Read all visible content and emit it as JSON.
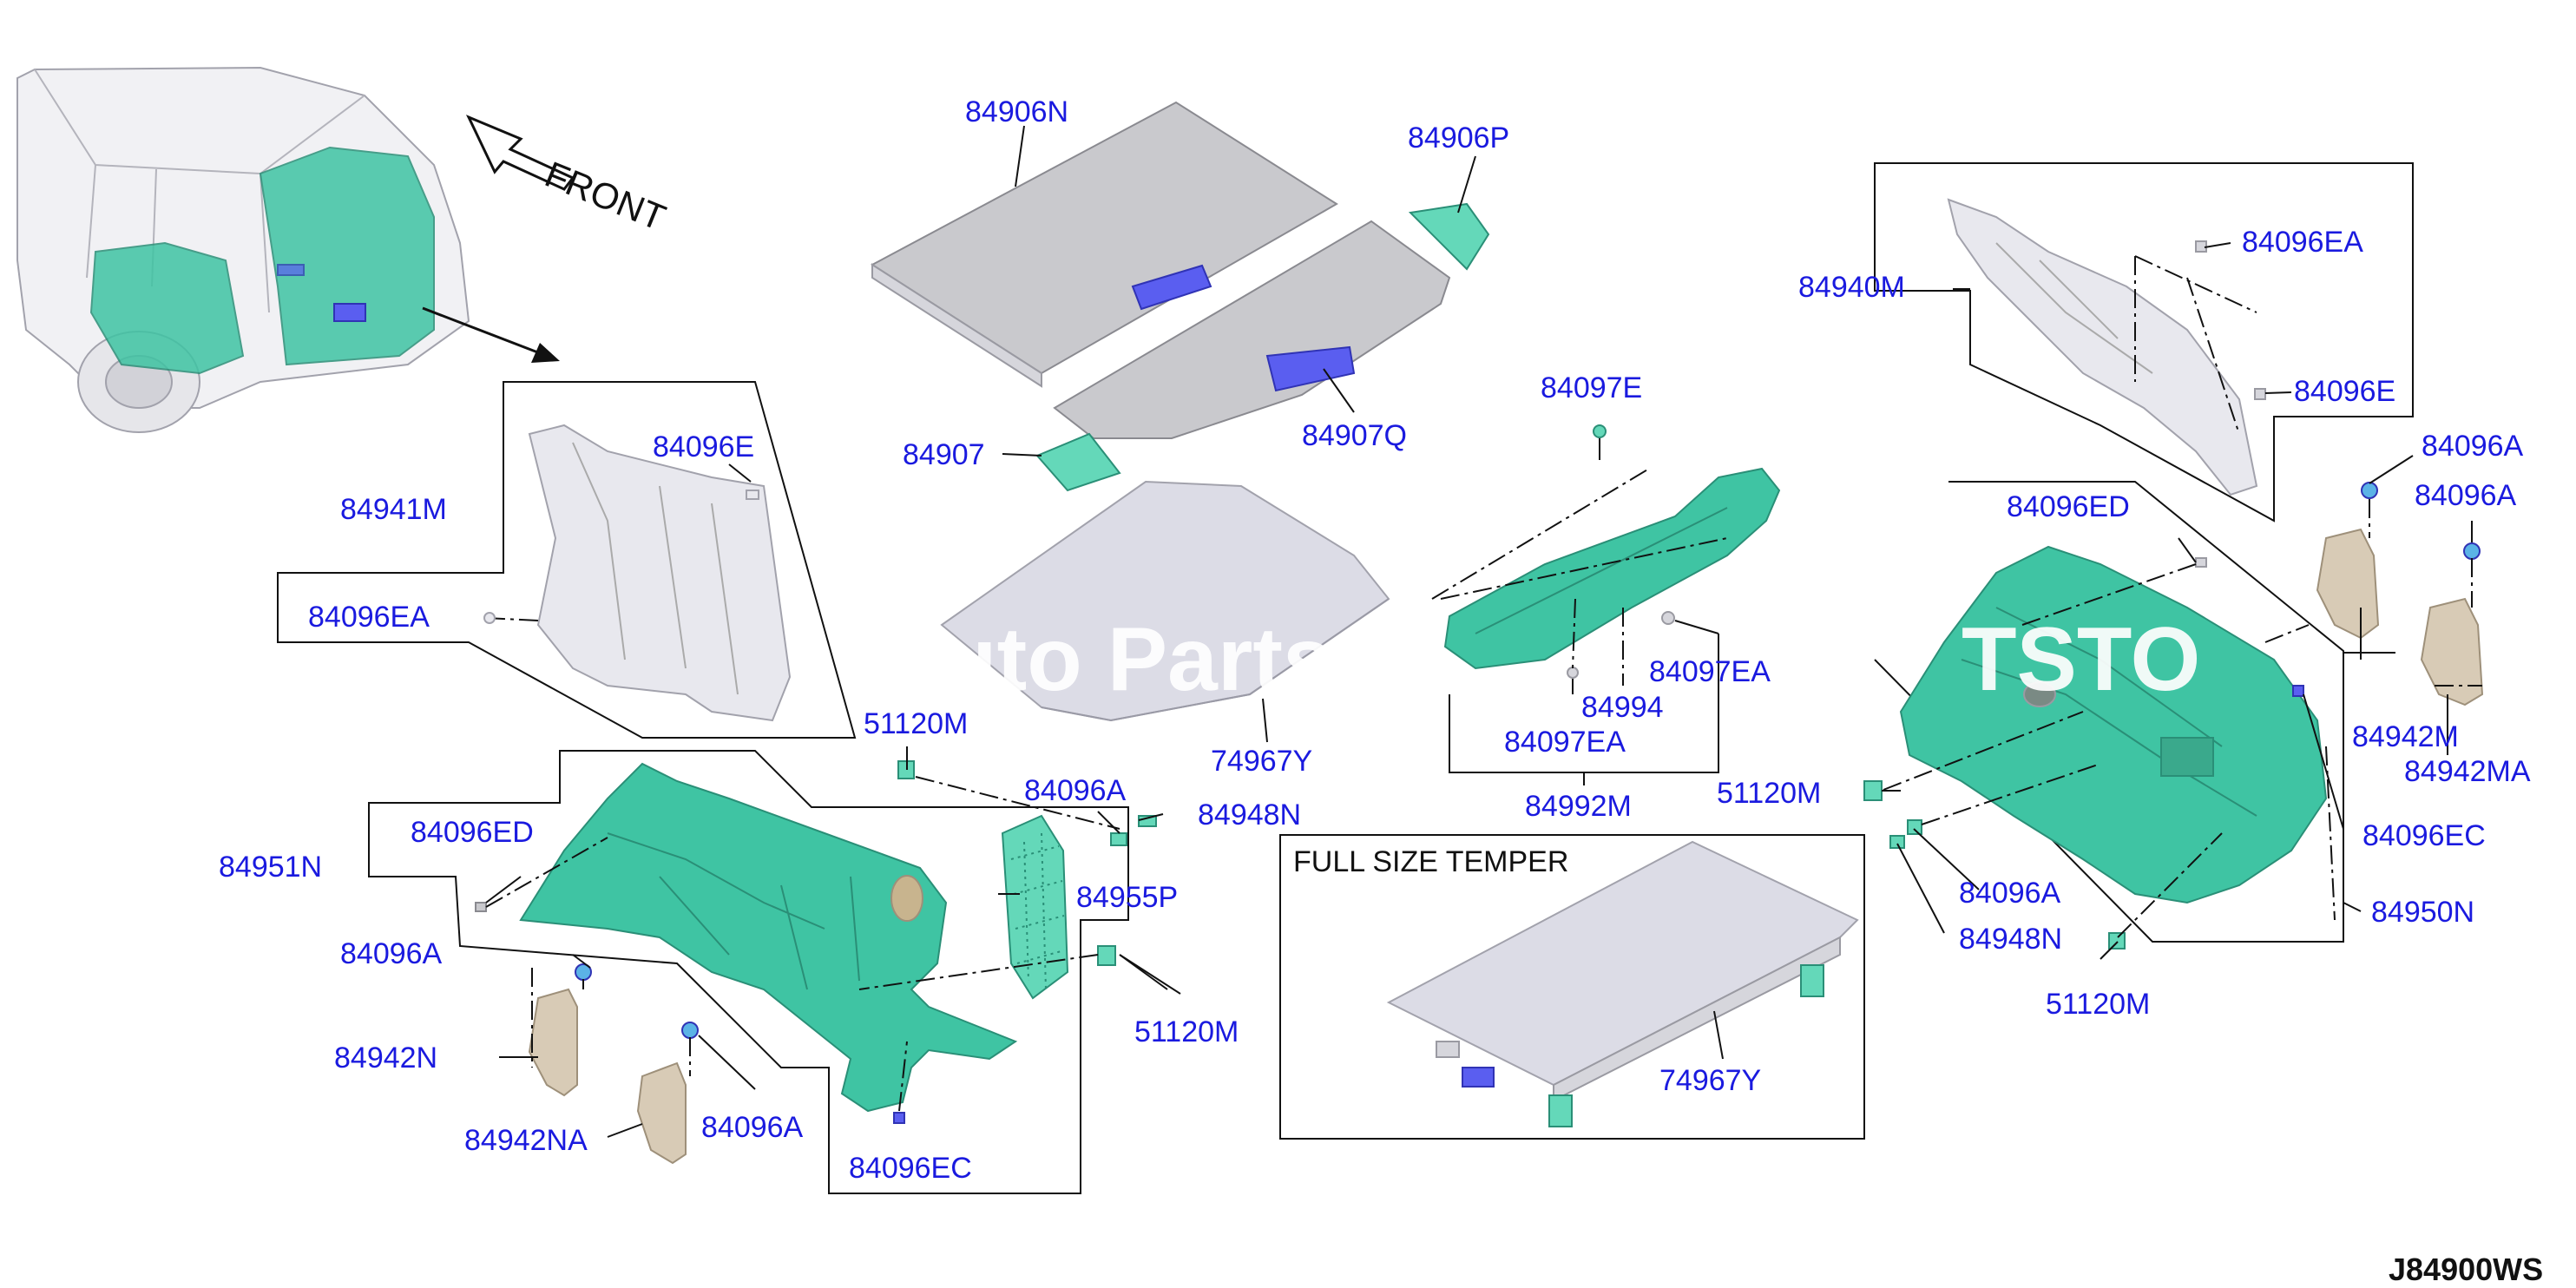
{
  "diagram_id": "J84900WS",
  "front_label": "FRONT",
  "box_title": "FULL SIZE TEMPER",
  "watermark": "Auto Parts",
  "watermark_fragment": "TSTO",
  "labels": {
    "l_84906N": "84906N",
    "l_84906P": "84906P",
    "l_84907": "84907",
    "l_84907Q": "84907Q",
    "l_74967Y_a": "74967Y",
    "l_74967Y_b": "74967Y",
    "l_84941M": "84941M",
    "l_84096E_left": "84096E",
    "l_84096EA_left": "84096EA",
    "l_51120M_a": "51120M",
    "l_84096A_a": "84096A",
    "l_84948N_a": "84948N",
    "l_84951N": "84951N",
    "l_84096ED_left": "84096ED",
    "l_84955P": "84955P",
    "l_84096A_b": "84096A",
    "l_84942N": "84942N",
    "l_84942NA": "84942NA",
    "l_84096A_c": "84096A",
    "l_51120M_b": "51120M",
    "l_84096EC_left": "84096EC",
    "l_84097E": "84097E",
    "l_84994": "84994",
    "l_84097EA_a": "84097EA",
    "l_84097EA_b": "84097EA",
    "l_84992M": "84992M",
    "l_84940M": "84940M",
    "l_84096EA_right": "84096EA",
    "l_84096E_right": "84096E",
    "l_84096A_d": "84096A",
    "l_84096A_e": "84096A",
    "l_84096ED_right": "84096ED",
    "l_51120M_c": "51120M",
    "l_84942M": "84942M",
    "l_84942MA": "84942MA",
    "l_84096EC_right": "84096EC",
    "l_84096A_f": "84096A",
    "l_84950N": "84950N",
    "l_84948N_b": "84948N",
    "l_51120M_d": "51120M"
  },
  "colors": {
    "label_blue": "#1a1adf",
    "trim_teal": "#3fc4a3",
    "board_grey": "#c9c9cd",
    "handle_blue": "#5a5ef0",
    "bracket_beige": "#d8cbb6"
  }
}
